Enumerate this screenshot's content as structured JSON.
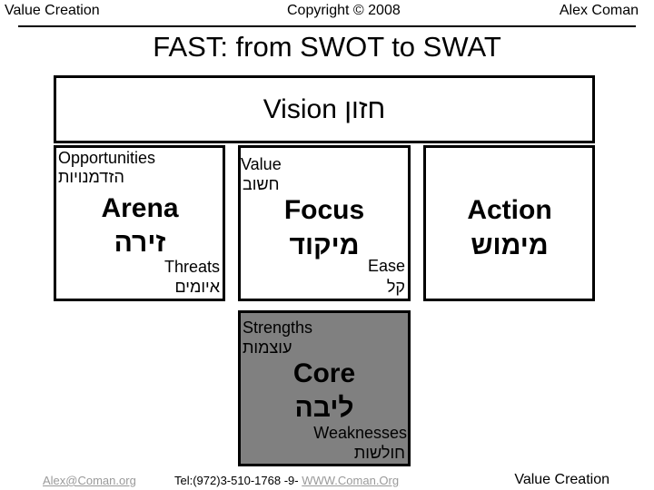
{
  "header": {
    "left": "Value Creation",
    "center": "Copyright © 2008",
    "right": "Alex Coman"
  },
  "title": "FAST: from SWOT to SWAT",
  "vision": {
    "label": "Vision חזון"
  },
  "arena": {
    "top_en": "Opportunities",
    "top_he": "הזדמנויות",
    "main_en": "Arena",
    "main_he": "זירה",
    "bottom_en": "Threats",
    "bottom_he": "איומים"
  },
  "focus": {
    "top_en": "Value",
    "top_he": "חשוב",
    "main_en": "Focus",
    "main_he": "מיקוד",
    "bottom_en": "Ease",
    "bottom_he": "קל"
  },
  "action": {
    "main_en": "Action",
    "main_he": "מימוש"
  },
  "core": {
    "top_en": "Strengths",
    "top_he": "עוצמות",
    "main_en": "Core",
    "main_he": "ליבה",
    "bottom_en": "Weaknesses",
    "bottom_he": "חולשות"
  },
  "footer": {
    "email": "Alex@Coman.org",
    "tel": "Tel:(972)3-510-1768  -9-",
    "website": "WWW.Coman.Org",
    "right": "Value Creation"
  }
}
